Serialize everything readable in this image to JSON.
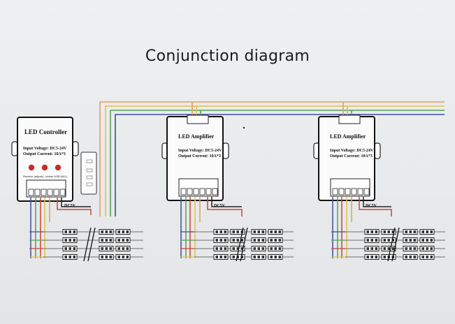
{
  "title": "Conjunction diagram",
  "controller": {
    "name": "LED   Controller",
    "input_voltage": "Input Voltage: DC5-24V",
    "output_current": "Output Current: 10A*3",
    "small_text": "Receive (adjust) , indoor USB (M/L)",
    "dc_label": "DC5V"
  },
  "amplifier_1": {
    "name": "LED   Amplifier",
    "input_voltage": "Input Voltage:  DC5-24V",
    "output_current": "Output Current: 10A*3",
    "dc_label": "DC5V"
  },
  "amplifier_2": {
    "name": "LED   Amplifier",
    "input_voltage": "Input Voltage:  DC5-24V",
    "output_current": "Output Current: 10A*3",
    "dc_label": "DC5V"
  },
  "colors": {
    "wire_red": "#c8443a",
    "wire_green": "#58a05a",
    "wire_blue": "#3b4f9a",
    "wire_yellow": "#e0c24a",
    "wire_orange": "#e6a055",
    "led_red": "#c0302a"
  }
}
